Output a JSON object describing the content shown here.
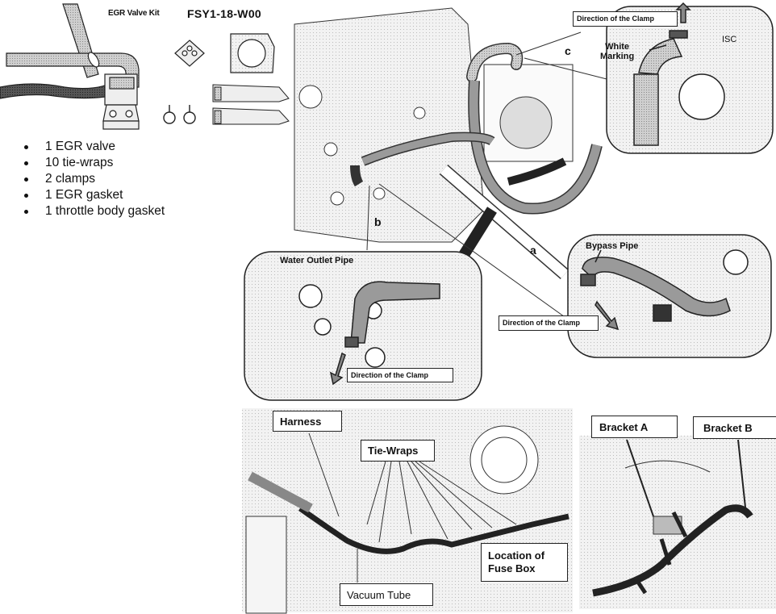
{
  "header": {
    "kit_title": "EGR Valve Kit",
    "part_number": "FSY1-18-W00"
  },
  "parts_list": [
    "1 EGR valve",
    "10 tie-wraps",
    "2 clamps",
    "1 EGR gasket",
    "1 throttle body gasket"
  ],
  "engine_diagram": {
    "callout_letters": {
      "a": "a",
      "b": "b",
      "c": "c"
    },
    "detail_c": {
      "direction_label": "Direction of the Clamp",
      "marking_label": "White\nMarking",
      "isc_label": "ISC"
    },
    "detail_b": {
      "pipe_label": "Water Outlet Pipe",
      "direction_label": "Direction of the Clamp"
    },
    "detail_a": {
      "pipe_label": "Bypass Pipe",
      "direction_label": "Direction of the Clamp"
    }
  },
  "harness_diagram": {
    "harness_label": "Harness",
    "tie_wraps_label": "Tie-Wraps",
    "fuse_box_label": "Location of\nFuse Box",
    "vacuum_tube_label": "Vacuum Tube"
  },
  "bracket_diagram": {
    "bracket_a_label": "Bracket A",
    "bracket_b_label": "Bracket B"
  }
}
